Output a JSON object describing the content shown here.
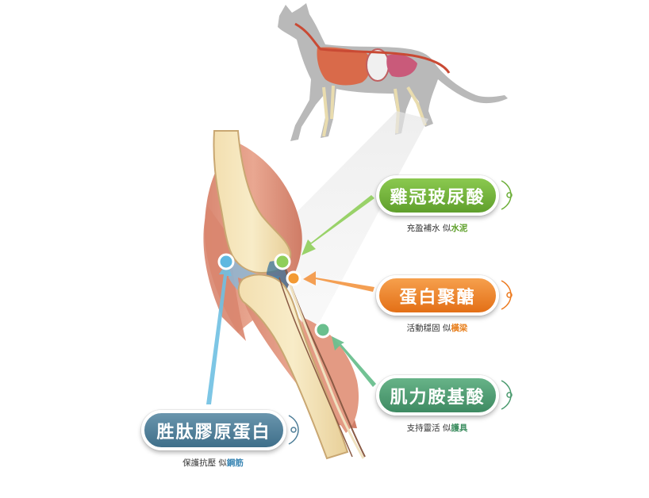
{
  "colors": {
    "green": "#6cae38",
    "orange": "#ec7a1f",
    "teal": "#4a9a6e",
    "blue": "#4d7d97",
    "green_text": "#5fa02b",
    "orange_text": "#e8801e",
    "teal_text": "#3f8f62",
    "blue_text": "#3a86b4"
  },
  "labels": [
    {
      "id": "hyaluronic",
      "title": "雞冠玻尿酸",
      "caption_prefix": "充盈補水 似",
      "caption_highlight": "水泥",
      "color": "green",
      "dot": "green"
    },
    {
      "id": "polysaccharide",
      "title": "蛋白聚醣",
      "caption_prefix": "活動穩固 似",
      "caption_highlight": "橫梁",
      "color": "orange",
      "dot": "orange"
    },
    {
      "id": "amino",
      "title": "肌力胺基酸",
      "caption_prefix": "支持靈活 似",
      "caption_highlight": "護具",
      "color": "teal",
      "dot": "teal"
    },
    {
      "id": "collagen",
      "title": "胜肽膠原蛋白",
      "caption_prefix": "保護抗壓 似",
      "caption_highlight": "鋼筋",
      "color": "blue",
      "dot": "blue"
    }
  ]
}
